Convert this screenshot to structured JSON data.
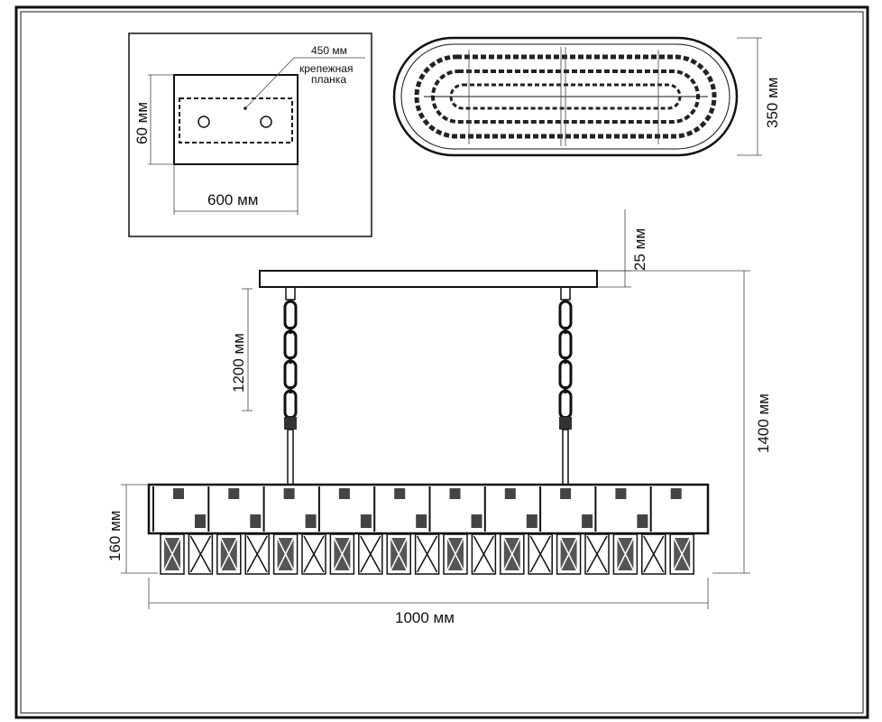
{
  "mount_plate_view": {
    "width_label": "600 мм",
    "height_label": "60 мм",
    "bracket_size_label": "450 мм",
    "bracket_label_line1": "крепежная",
    "bracket_label_line2": "планка"
  },
  "top_view": {
    "depth_label": "350 мм"
  },
  "side_view": {
    "canopy_height_label": "25 мм",
    "chain_length_label": "1200 мм",
    "total_height_label": "1400 мм",
    "body_height_label": "160 мм",
    "width_label": "1000 мм"
  }
}
